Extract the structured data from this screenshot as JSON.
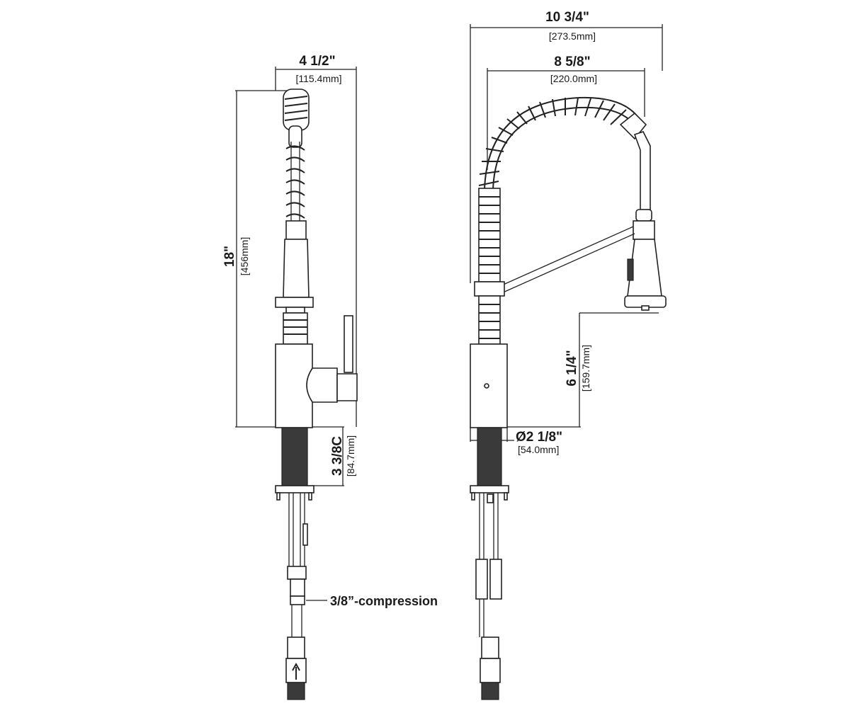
{
  "left_view": {
    "width_dim": "4 1/2\"",
    "width_dim_mm": "[115.4mm]",
    "height_dim": "18\"",
    "height_dim_mm": "[456mm]",
    "shank_dim": "3 3/8C",
    "shank_dim_mm": "[84.7mm]",
    "connection_note": "3/8”-compression"
  },
  "right_view": {
    "overall_reach_dim": "10 3/4\"",
    "overall_reach_dim_mm": "[273.5mm]",
    "spout_reach_dim": "8 5/8\"",
    "spout_reach_dim_mm": "[220.0mm]",
    "spout_height_dim": "6 1/4\"",
    "spout_height_dim_mm": "[159.7mm]",
    "base_diameter_dim": "Ø2 1/8\"",
    "base_diameter_dim_mm": "[54.0mm]"
  }
}
